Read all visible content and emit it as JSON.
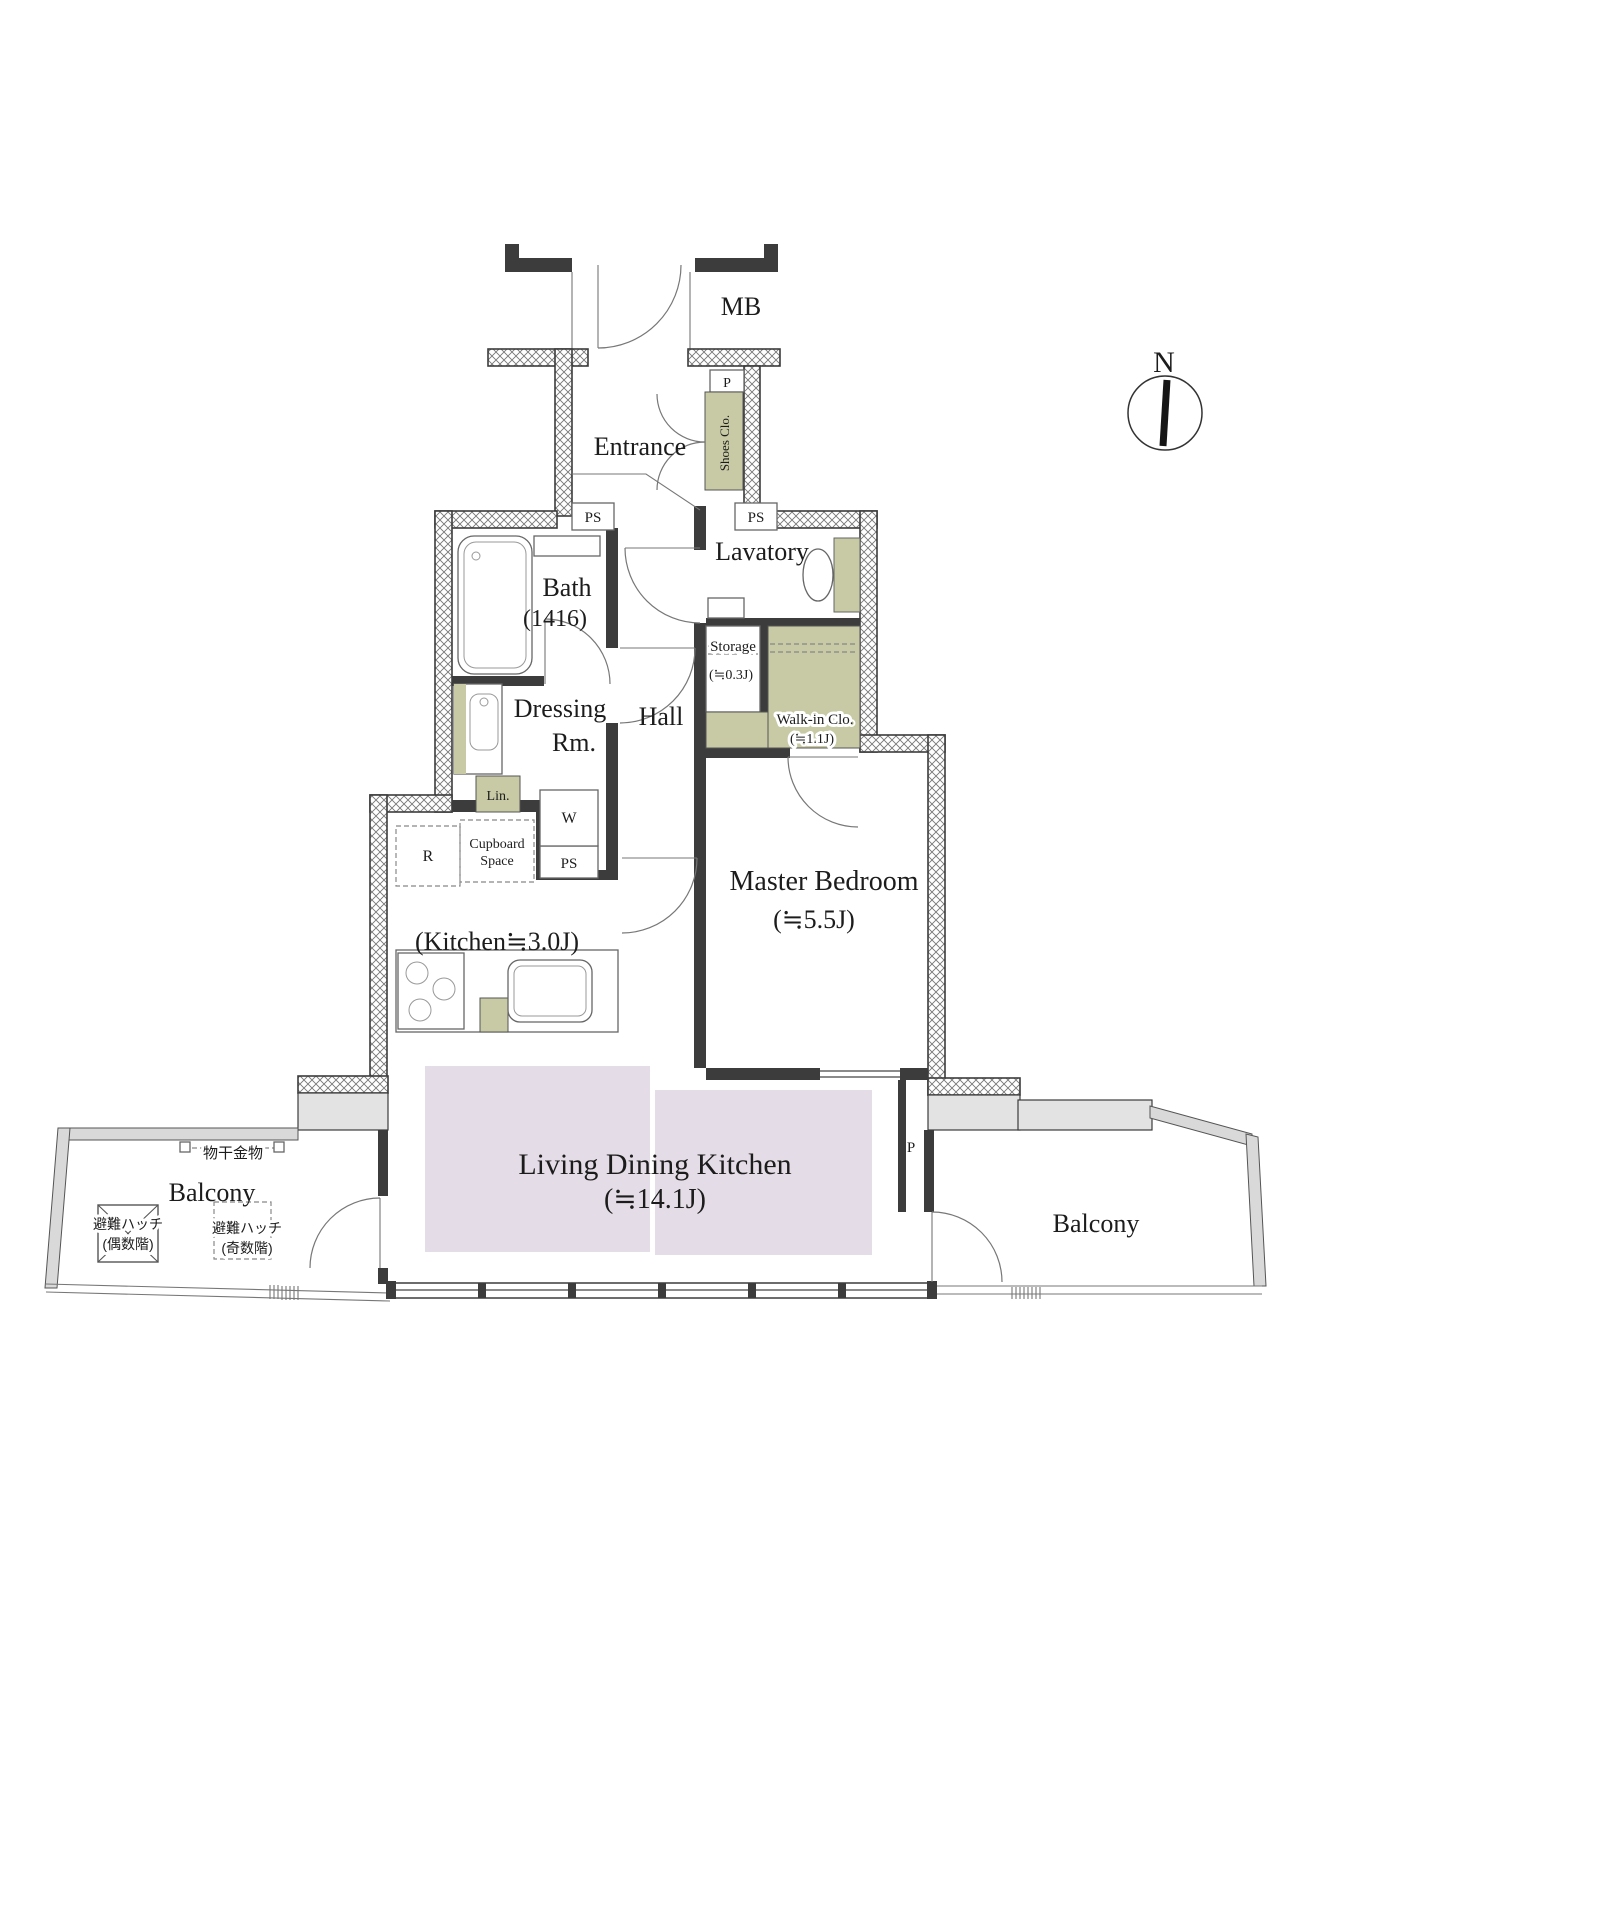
{
  "meta": {
    "title": "Apartment Floor Plan"
  },
  "compass": {
    "north": "N"
  },
  "labels": {
    "mb": "MB",
    "entrance": "Entrance",
    "shoes_closet": "Shoes Clo.",
    "p_entrance": "P",
    "ps_entrance_left": "PS",
    "ps_entrance_right": "PS",
    "ps_kitchen": "PS",
    "bath_name": "Bath",
    "bath_size": "(1416)",
    "lavatory": "Lavatory",
    "storage_name": "Storage",
    "storage_size": "(≒0.3J)",
    "walkin_name": "Walk-in Clo.",
    "walkin_size": "(≒1.1J)",
    "dressing_line1": "Dressing",
    "dressing_line2": "Rm.",
    "hall": "Hall",
    "linen": "Lin.",
    "washer": "W",
    "refrigerator": "R",
    "cupboard_line1": "Cupboard",
    "cupboard_line2": "Space",
    "master_name": "Master Bedroom",
    "master_size": "(≒5.5J)",
    "kitchen": "(Kitchen≒3.0J)",
    "ldk_name": "Living Dining Kitchen",
    "ldk_size": "(≒14.1J)",
    "balcony_left": "Balcony",
    "balcony_right": "Balcony",
    "p_balcony": "P",
    "laundry_fitting": "物干金物",
    "hatch_even_line1": "避難ハッチ",
    "hatch_even_line2": "(偶数階)",
    "hatch_odd_line1": "避難ハッチ",
    "hatch_odd_line2": "(奇数階)"
  },
  "colors": {
    "wall_solid": "#3c3c3c",
    "hatch_line": "#777777",
    "closet_fill": "#c7caa5",
    "ldk_fill": "#e4dce6",
    "exterior_gray": "#e3e3e3",
    "parapet_gray": "#d9d9d9",
    "line": "#4c4c4c",
    "text": "#1c1c1c"
  }
}
